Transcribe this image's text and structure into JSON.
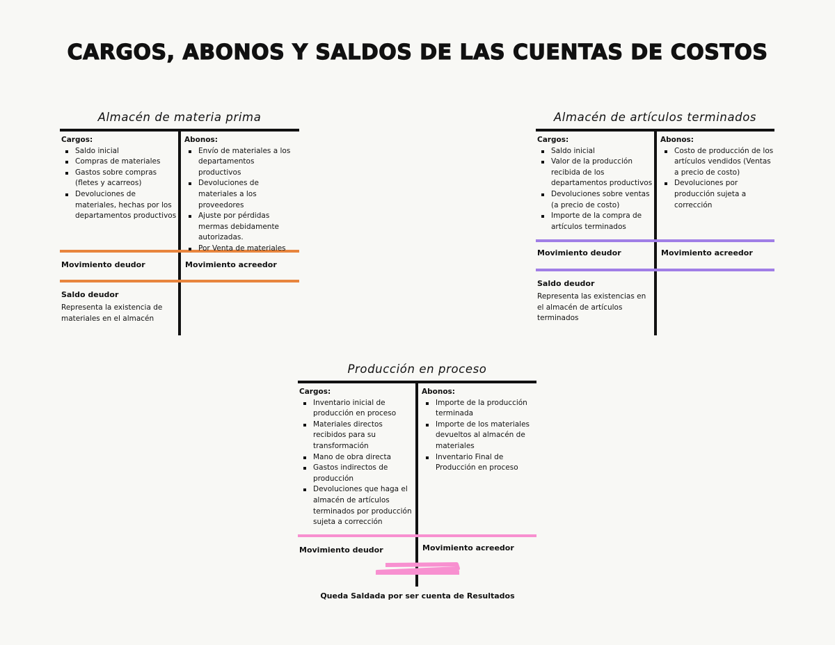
{
  "title": "CARGOS, ABONOS Y SALDOS DE LAS CUENTAS DE COSTOS",
  "colors": {
    "materia_prima": "#e8853d",
    "articulos_terminados": "#a07ee6",
    "produccion_proceso": "#f890d0"
  },
  "accounts": [
    {
      "id": "materia-prima",
      "title": "Almacén de materia prima",
      "cargos_label": "Cargos:",
      "cargos": [
        "Saldo inicial",
        "Compras de materiales",
        "Gastos sobre compras (fletes y acarreos)",
        "Devoluciones de materiales, hechas por los departamentos productivos"
      ],
      "abonos_label": "Abonos:",
      "abonos": [
        "Envío de materiales a los departamentos productivos",
        "Devoluciones de materiales a los proveedores",
        "Ajuste por pérdidas mermas debidamente autorizadas.",
        "Por Venta de materiales"
      ],
      "mov_deudor": "Movimiento deudor",
      "mov_acreedor": "Movimiento acreedor",
      "saldo_label": "Saldo deudor",
      "saldo_desc": "Representa la existencia de materiales en el almacén"
    },
    {
      "id": "articulos-terminados",
      "title": "Almacén de artículos terminados",
      "cargos_label": "Cargos:",
      "cargos": [
        "Saldo inicial",
        "Valor de la producción recibida de los departamentos productivos",
        "Devoluciones sobre ventas (a precio de costo)",
        "Importe de la compra de artículos terminados"
      ],
      "abonos_label": "Abonos:",
      "abonos": [
        "Costo de producción de los artículos vendidos (Ventas a precio de costo)",
        "Devoluciones por producción sujeta a corrección"
      ],
      "mov_deudor": "Movimiento deudor",
      "mov_acreedor": "Movimiento acreedor",
      "saldo_label": "Saldo deudor",
      "saldo_desc": "Representa las existencias en el almacén de artículos terminados"
    },
    {
      "id": "produccion-proceso",
      "title": "Producción en proceso",
      "cargos_label": "Cargos:",
      "cargos": [
        "Inventario inicial de producción en proceso",
        "Materiales directos recibidos para su transformación",
        "Mano de obra directa",
        "Gastos indirectos de producción",
        "Devoluciones que haga el almacén de artículos terminados por producción sujeta a corrección"
      ],
      "abonos_label": "Abonos:",
      "abonos": [
        "Importe de la producción terminada",
        "Importe de los materiales devueltos al almacén de materiales",
        "Inventario Final de Producción en proceso"
      ],
      "mov_deudor": "Movimiento deudor",
      "mov_acreedor": "Movimiento acreedor",
      "footer": "Queda Saldada por ser cuenta de Resultados"
    }
  ]
}
